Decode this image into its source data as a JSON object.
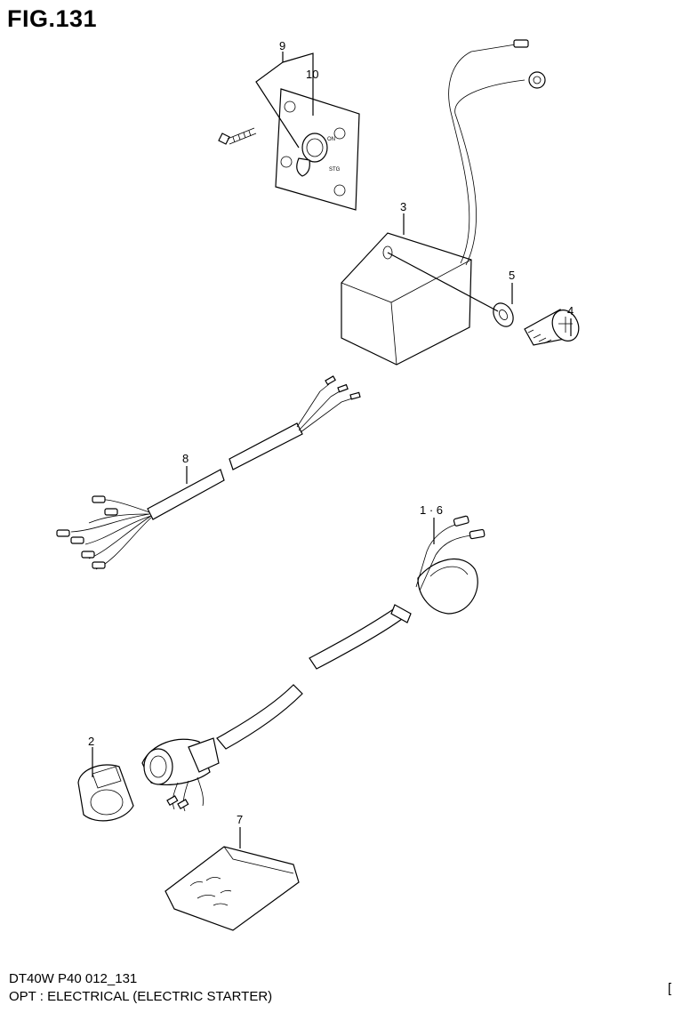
{
  "figure": {
    "title": "FIG.131"
  },
  "callouts": [
    "9",
    "10",
    "3",
    "5",
    "4",
    "8",
    "1 · 6",
    "2",
    "7"
  ],
  "footer": {
    "code": "DT40W P40 012_131",
    "description": "OPT : ELECTRICAL (ELECTRIC STARTER)",
    "corner_mark": "["
  }
}
